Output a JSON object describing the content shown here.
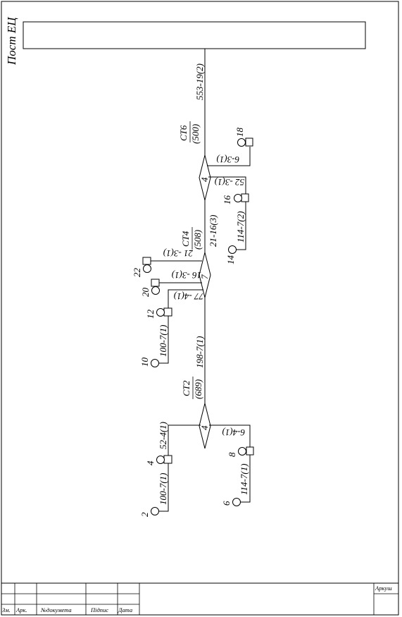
{
  "post_title": "Пост ЕЦ",
  "stations": [
    {
      "name": "СТ6",
      "capacity": "(500)",
      "node_num": "4"
    },
    {
      "name": "СТ4",
      "capacity": "(508)",
      "node_num": "7"
    },
    {
      "name": "СТ2",
      "capacity": "(689)",
      "node_num": "4"
    }
  ],
  "cables": {
    "main_top": "553-19(2)",
    "st6_to_st4": "21-16(3)",
    "st4_to_st2": "198-7(1)",
    "st6_top_branch": "6-3(1)",
    "st6_bottom_branch": "52 -3(1)",
    "st6_branch_down": "114-7(2)",
    "st4_branch_1": "21 -3(1)",
    "st4_branch_2": "16 -3(1)",
    "st4_branch_3": "77 -4(1)",
    "st4_branch_down": "100-7(1)",
    "st2_left_up": "52-4(1)",
    "st2_left_down": "100-7(1)",
    "st2_right": "6-4(1)",
    "st2_right_down": "114-7(1)"
  },
  "points": {
    "p18": "18",
    "p16": "16",
    "p14": "14",
    "p22": "22",
    "p20": "20",
    "p12": "12",
    "p10": "10",
    "p4": "4",
    "p2": "2",
    "p8": "8",
    "p6": "6"
  },
  "title_block": {
    "sheet_label": "Аркуш",
    "col_zm": "Зм.",
    "col_ark": "Арк.",
    "col_doc": "№докумета",
    "col_sign": "Підпис",
    "col_date": "Дата"
  }
}
